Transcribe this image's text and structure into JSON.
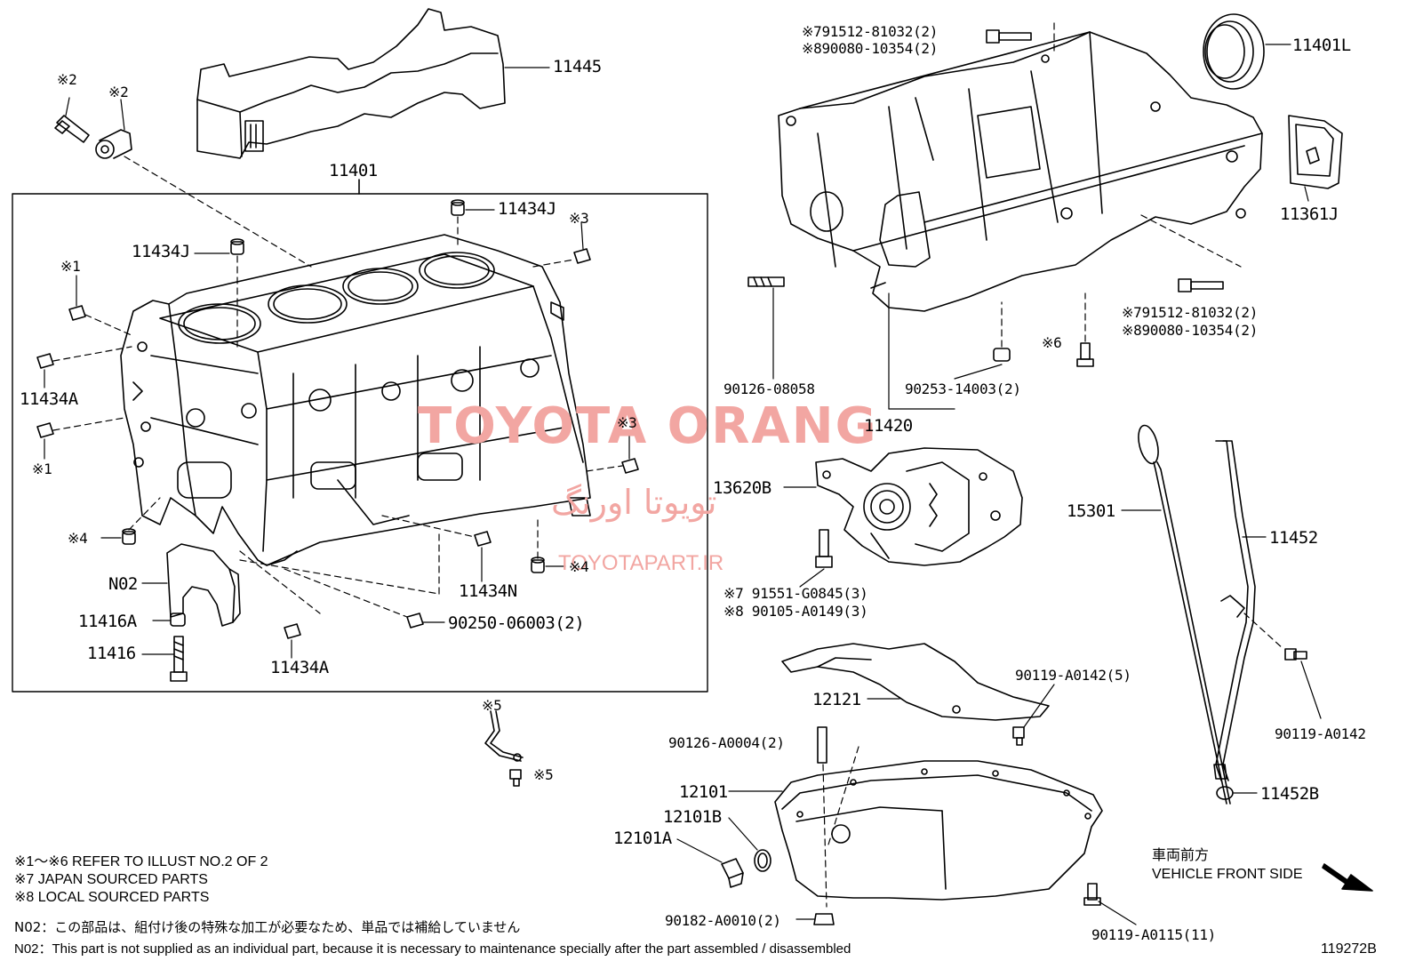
{
  "watermark": {
    "brand": "TOYOTA ORANG",
    "persian": "تویوتا اورنگ",
    "site": "TOYOTAPART.IR"
  },
  "labels": {
    "l11445": "11445",
    "l11401": "11401",
    "l11434J_a": "11434J",
    "l11434J_b": "11434J",
    "l11434A_a": "11434A",
    "l11434A_b": "11434A",
    "l11434N": "11434N",
    "lN02": "N02",
    "l11416A": "11416A",
    "l11416": "11416",
    "l90250": "90250-06003(2)",
    "m2a": "※2",
    "m2b": "※2",
    "m3a": "※3",
    "m3b": "※3",
    "m1a": "※1",
    "m1b": "※1",
    "m4a": "※4",
    "m4b": "※4",
    "m5a": "※5",
    "m5b": "※5",
    "m6": "※6",
    "top_ref1": "※791512-81032(2)",
    "top_ref2": "※890080-10354(2)",
    "l11401L": "11401L",
    "l11361J": "11361J",
    "right_ref1": "※791512-81032(2)",
    "right_ref2": "※890080-10354(2)",
    "l90126_08058": "90126-08058",
    "l90253": "90253-14003(2)",
    "l11420": "11420",
    "l13620B": "13620B",
    "oil_ref1": "※7 91551-G0845(3)",
    "oil_ref2": "※8 90105-A0149(3)",
    "l15301": "15301",
    "l11452": "11452",
    "l90119_a0142_5": "90119-A0142(5)",
    "l12121": "12121",
    "l90119_a0142": "90119-A0142",
    "l90126_a0004": "90126-A0004(2)",
    "l12101": "12101",
    "l12101B": "12101B",
    "l12101A": "12101A",
    "l11452B": "11452B",
    "l90182": "90182-A0010(2)",
    "l90119_a0115": "90119-A0115(11)"
  },
  "notes": {
    "refer": "※1～※6 REFER TO ILLUST NO.2 OF 2",
    "japan": "※7 JAPAN SOURCED PARTS",
    "local": "※8 LOCAL SOURCED PARTS",
    "n02_jp": "N02：この部品は、組付け後の特殊な加工が必要なため、単品では補給していません",
    "n02_en": "N02：This part is not supplied as an individual part, because it is necessary to maintenance specially after the part assembled / disassembled"
  },
  "direction": {
    "jp": "車両前方",
    "en": "VEHICLE FRONT SIDE"
  },
  "illust_code": "119272B"
}
